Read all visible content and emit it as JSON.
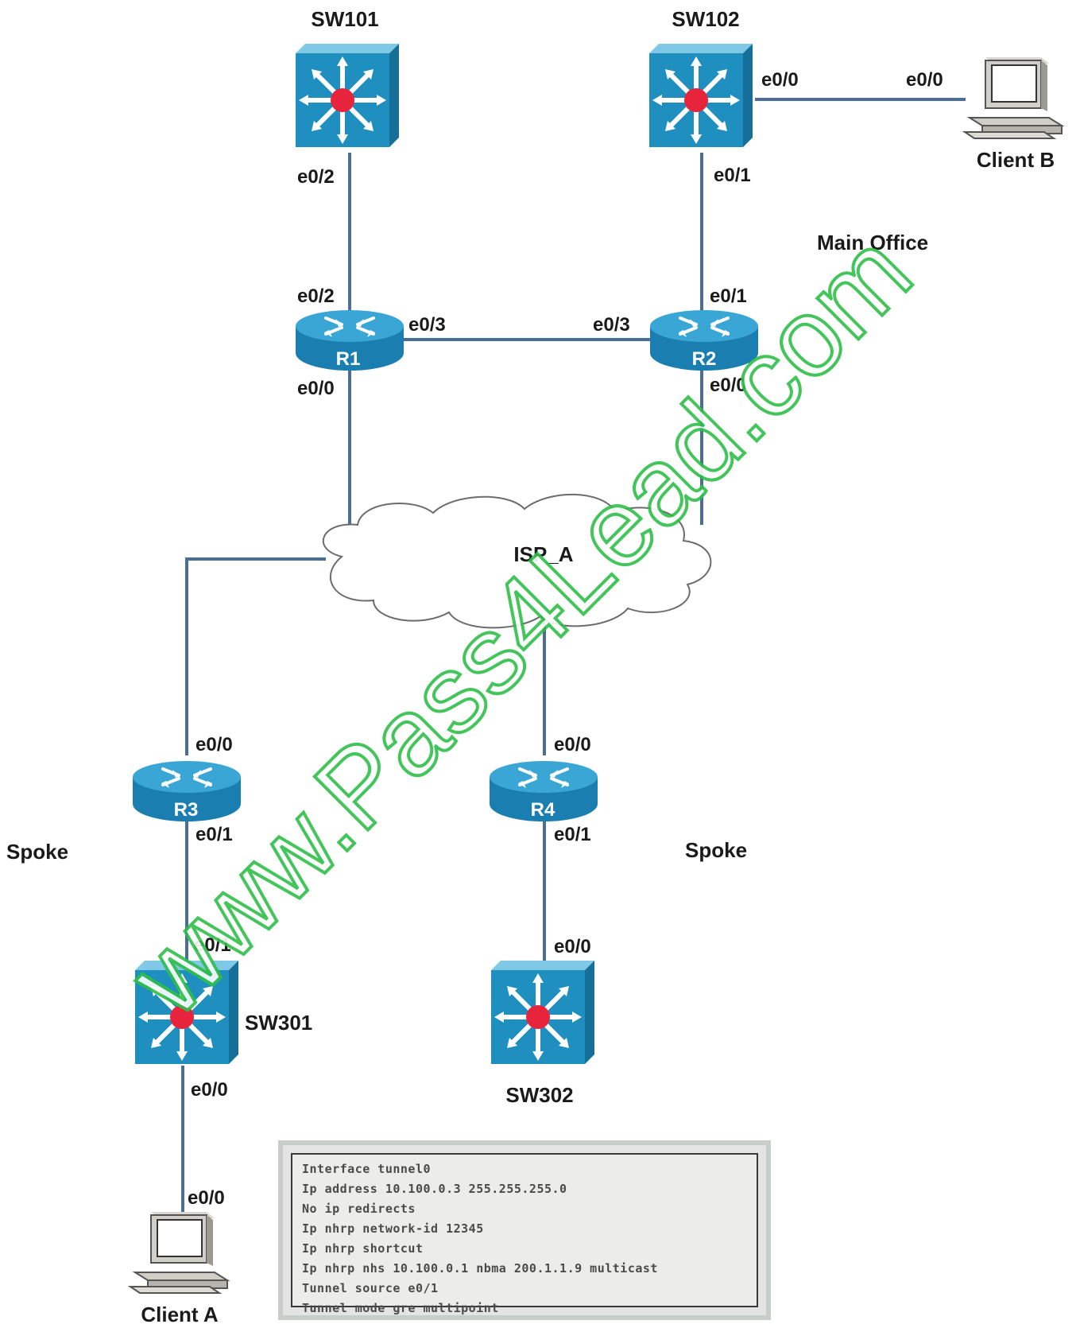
{
  "devices": {
    "sw101": "SW101",
    "sw102": "SW102",
    "sw301": "SW301",
    "sw302": "SW302",
    "r1": "R1",
    "r2": "R2",
    "r3": "R3",
    "r4": "R4",
    "client_a": "Client A",
    "client_b": "Client B",
    "cloud": "ISP_A"
  },
  "ports": {
    "sw101_down": "e0/2",
    "sw102_right": "e0/0",
    "clientb_left": "e0/0",
    "sw102_down": "e0/1",
    "r1_up": "e0/2",
    "r2_up": "e0/1",
    "r1_right": "e0/3",
    "r2_left": "e0/3",
    "r1_down": "e0/0",
    "r2_down": "e0/0",
    "r3_up": "e0/0",
    "r4_up": "e0/0",
    "r3_down": "e0/1",
    "r4_down": "e0/1",
    "sw301_up": "e0/1",
    "sw302_up": "e0/0",
    "sw301_down": "e0/0",
    "clienta_up": "e0/0"
  },
  "sites": {
    "main_office": "Main Office",
    "spoke_left": "Spoke",
    "spoke_right": "Spoke"
  },
  "config_lines": [
    "Interface tunnel0",
    "Ip address 10.100.0.3 255.255.255.0",
    "No ip redirects",
    "Ip nhrp network-id 12345",
    "Ip nhrp shortcut",
    "Ip nhrp nhs 10.100.0.1 nbma 200.1.1.9 multicast",
    "Tunnel source e0/1",
    "Tunnel mode gre multipoint"
  ],
  "watermark": "www.Pass4Lead.com",
  "colors": {
    "device_blue": "#1f8fc0",
    "link": "#4a6e96",
    "switch_center": "#e8233c",
    "watermark_stroke": "#2fbf4a"
  }
}
